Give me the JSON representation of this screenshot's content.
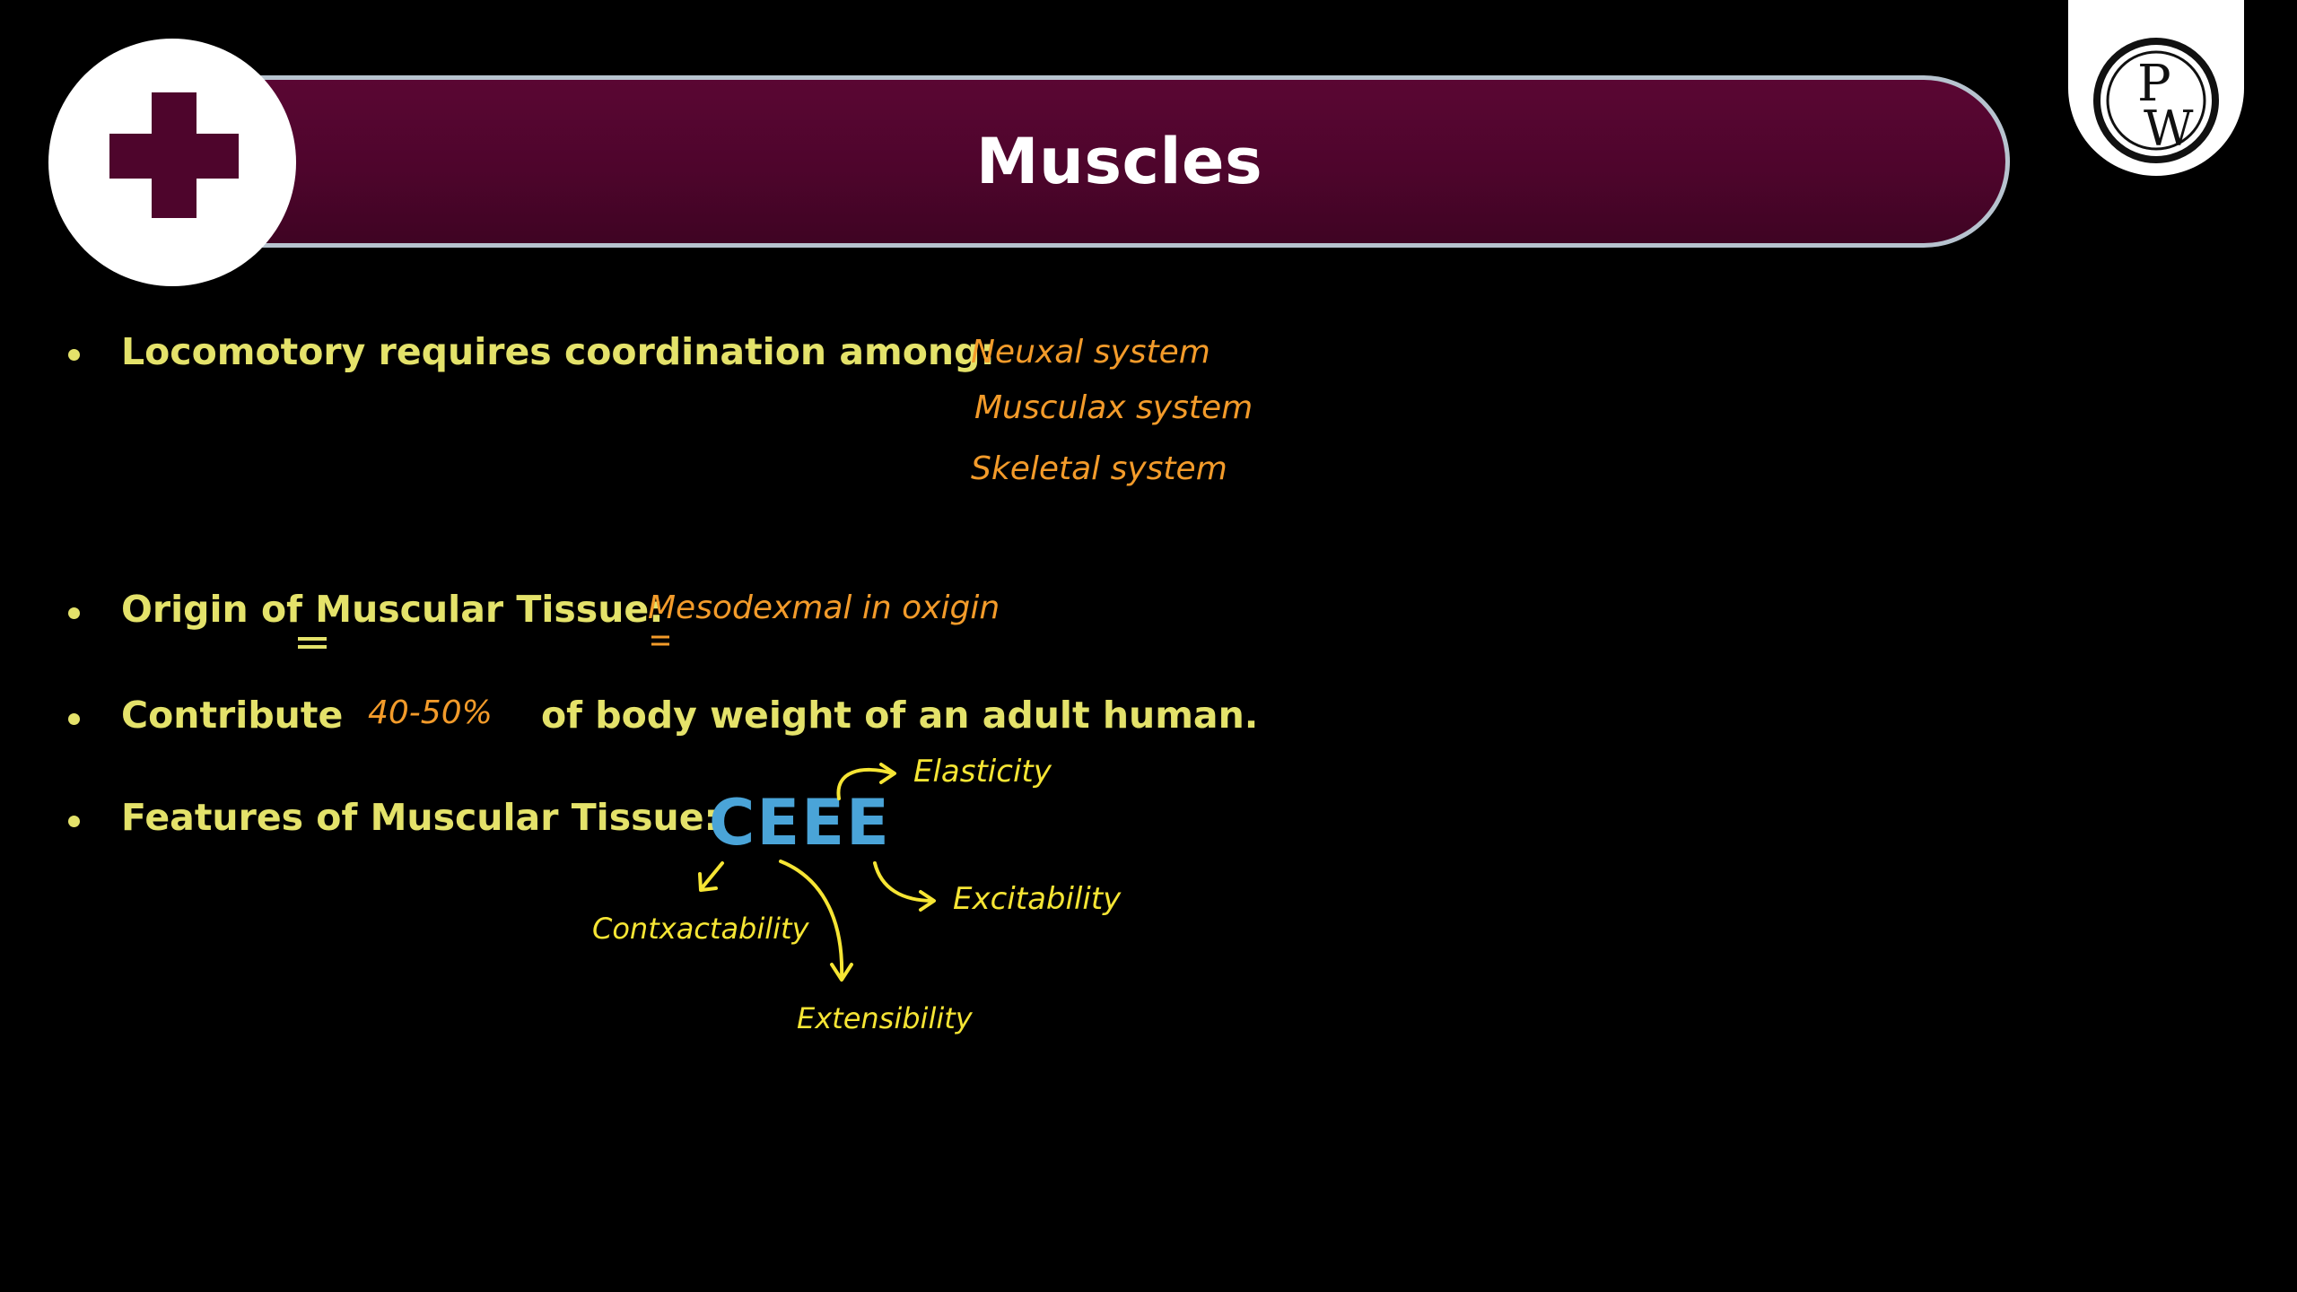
{
  "header": {
    "title": "Muscles",
    "logo_text": "PW"
  },
  "bullets": {
    "locomotory": {
      "label": "Locomotory requires coordination among:",
      "notes": [
        "Neuxal system",
        "Musculax system",
        "Skeletal system"
      ]
    },
    "origin": {
      "label": "Origin of Muscular Tissue:",
      "note": "Mesodexmal in oxigin"
    },
    "contribute": {
      "label_before": "Contribute",
      "note": "40-50%",
      "label_after": "of body weight of an adult human."
    },
    "features": {
      "label": "Features of Muscular Tissue:",
      "acronym": "CEEE",
      "items": {
        "elasticity": "Elasticity",
        "excitability": "Excitability",
        "contractability": "Contxactability",
        "extensibility": "Extensibility"
      }
    }
  },
  "colors": {
    "banner": "#4e052c",
    "banner_border": "#b7c3cf",
    "bullet_text": "#e4e26a",
    "note_orange": "#f39b2a",
    "note_yellow": "#f6e534",
    "acronym_blue": "#4aa4d8"
  }
}
